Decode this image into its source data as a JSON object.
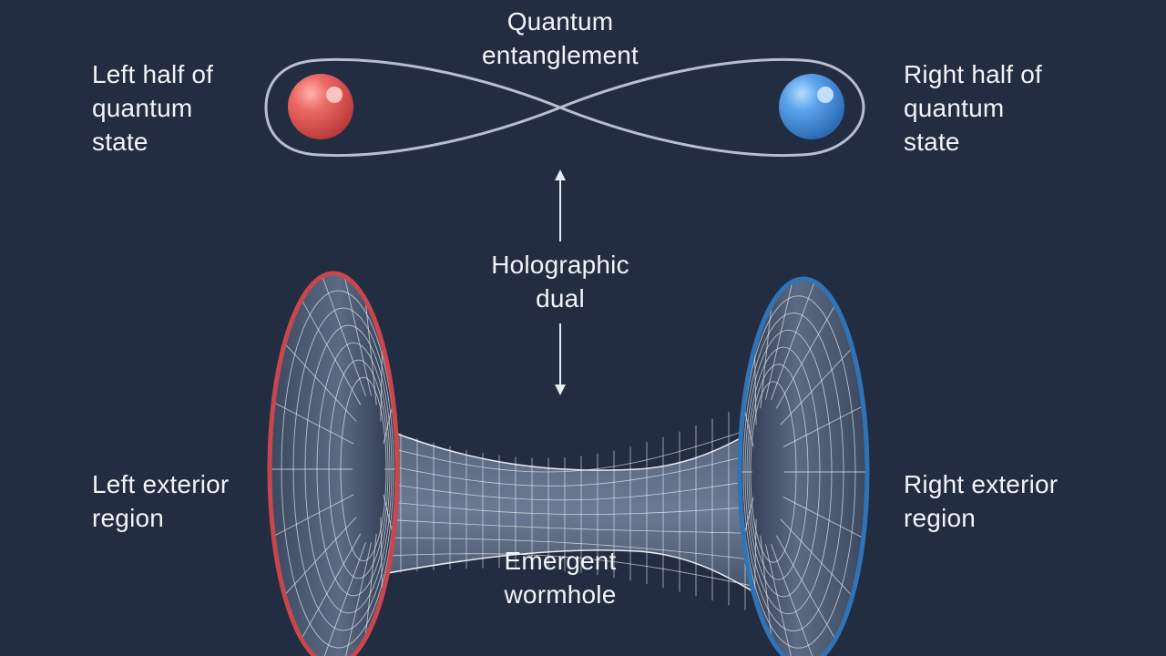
{
  "colors": {
    "background": "#222d42",
    "label_text": "#f2f4f7",
    "loop_stroke": "#b7bfcd",
    "left_accent": "#c9474c",
    "right_accent": "#2f74b6",
    "mesh_line": "#e8ecf2"
  },
  "labels": {
    "entanglement": "Quantum\nentanglement",
    "left_state": "Left half of\nquantum\nstate",
    "right_state": "Right half of\nquantum\nstate",
    "holographic": "Holographic\ndual",
    "left_exterior": "Left exterior\nregion",
    "right_exterior": "Right exterior\nregion",
    "wormhole": "Emergent\nwormhole"
  }
}
